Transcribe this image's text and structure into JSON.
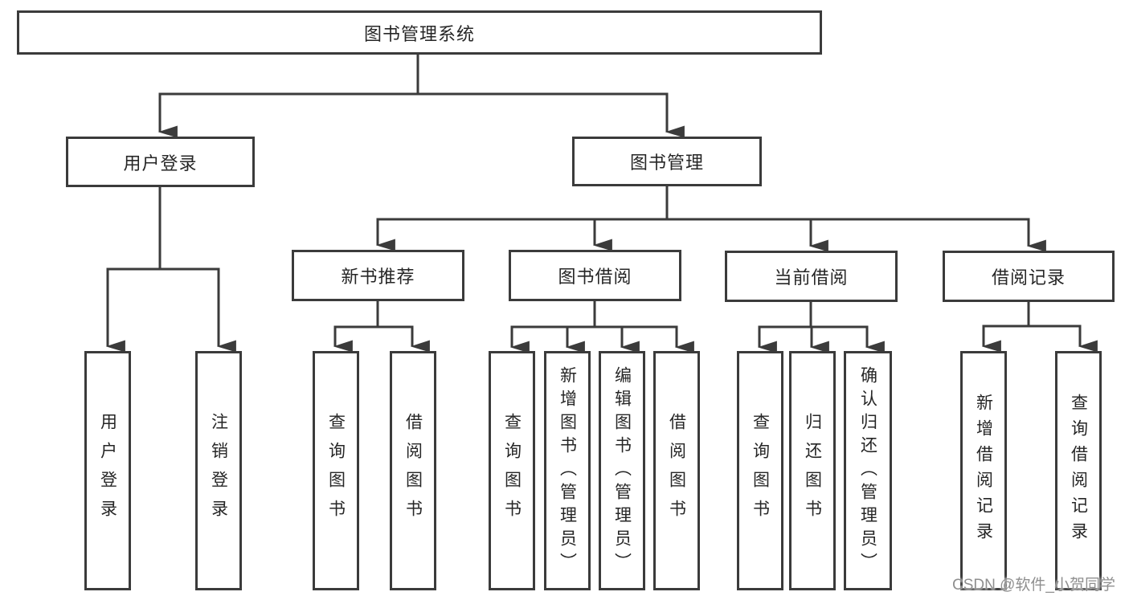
{
  "colors": {
    "line": "#3b3b3b",
    "text": "#262626",
    "watermark": "#8f8f8f",
    "bg": "#ffffff"
  },
  "watermark": {
    "text": "CSDN @软件_小贺同学"
  },
  "tree": {
    "root": {
      "label": "图书管理系统"
    },
    "children": [
      {
        "label": "用户登录",
        "children": [
          {
            "label": "用户登录"
          },
          {
            "label": "注销登录"
          }
        ]
      },
      {
        "label": "图书管理",
        "children": [
          {
            "label": "新书推荐",
            "children": [
              {
                "label": "查询图书"
              },
              {
                "label": "借阅图书"
              }
            ]
          },
          {
            "label": "图书借阅",
            "children": [
              {
                "label": "查询图书"
              },
              {
                "label": "新增图书（管理员）"
              },
              {
                "label": "编辑图书（管理员）"
              },
              {
                "label": "借阅图书"
              }
            ]
          },
          {
            "label": "当前借阅",
            "children": [
              {
                "label": "查询图书"
              },
              {
                "label": "归还图书"
              },
              {
                "label": "确认归还（管理员）"
              }
            ]
          },
          {
            "label": "借阅记录",
            "children": [
              {
                "label": "新增借阅记录"
              },
              {
                "label": "查询借阅记录"
              }
            ]
          }
        ]
      }
    ]
  }
}
